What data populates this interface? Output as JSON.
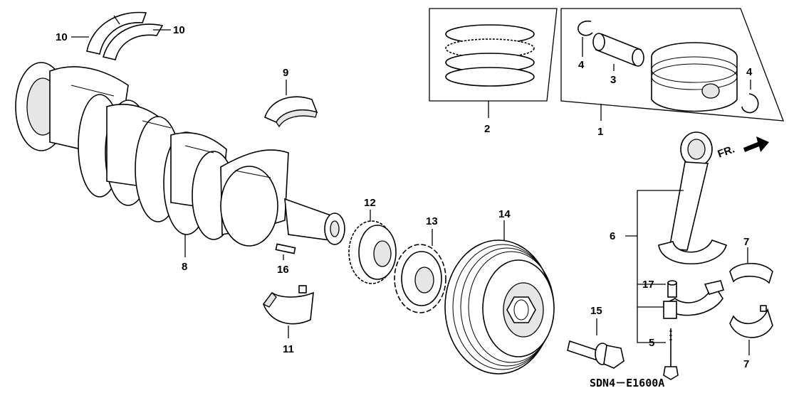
{
  "diagram": {
    "diagram_code": "SDN4－E1600A",
    "direction_label": "FR.",
    "callouts": {
      "p1": "1",
      "p2": "2",
      "p3": "3",
      "p4a": "4",
      "p4b": "4",
      "p5": "5",
      "p6": "6",
      "p7a": "7",
      "p7b": "7",
      "p8": "8",
      "p9": "9",
      "p10a": "10",
      "p10b": "10",
      "p11": "11",
      "p12": "12",
      "p13": "13",
      "p14": "14",
      "p15": "15",
      "p16": "16",
      "p17": "17"
    }
  }
}
